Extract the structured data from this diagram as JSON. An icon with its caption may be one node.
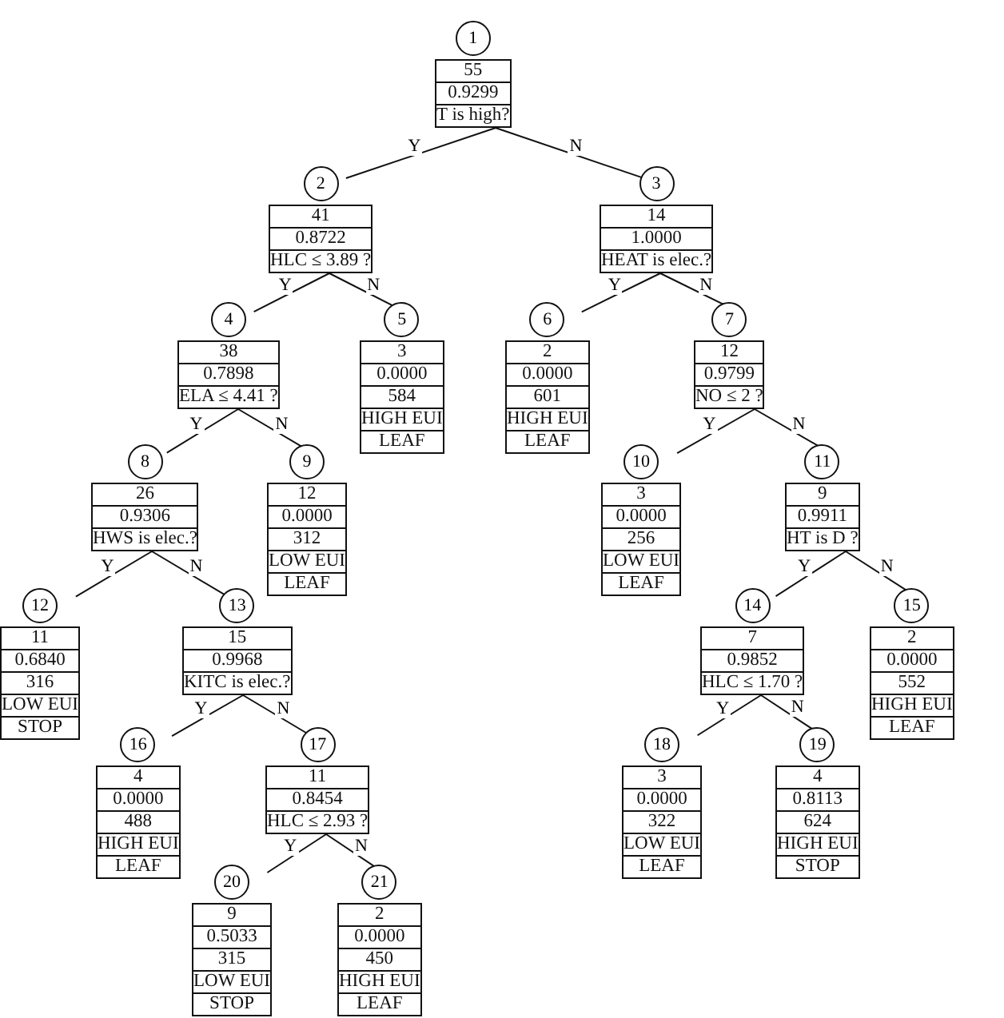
{
  "diagram": {
    "nodes": [
      {
        "text": [
          "1",
          "55",
          "0.9299",
          "T is high?"
        ]
      },
      {
        "text": [
          "2",
          "41",
          "0.8722",
          "HLC ≤ 3.89 ?"
        ]
      },
      {
        "text": [
          "3",
          "14",
          "1.0000",
          "HEAT is elec.?"
        ]
      },
      {
        "text": [
          "4",
          "38",
          "0.7898",
          "ELA ≤ 4.41 ?"
        ]
      },
      {
        "text": [
          "5",
          "3",
          "0.0000",
          "584",
          "HIGH EUI",
          "LEAF"
        ]
      },
      {
        "text": [
          "6",
          "2",
          "0.0000",
          "601",
          "HIGH EUI",
          "LEAF"
        ]
      },
      {
        "text": [
          "7",
          "12",
          "0.9799",
          "NO ≤ 2 ?"
        ]
      },
      {
        "text": [
          "8",
          "26",
          "0.9306",
          "HWS is elec.?"
        ]
      },
      {
        "text": [
          "9",
          "12",
          "0.0000",
          "312",
          "LOW EUI",
          "LEAF"
        ]
      },
      {
        "text": [
          "10",
          "3",
          "0.0000",
          "256",
          "LOW EUI",
          "LEAF"
        ]
      },
      {
        "text": [
          "11",
          "9",
          "0.9911",
          "HT is D ?"
        ]
      },
      {
        "text": [
          "12",
          "11",
          "0.6840",
          "316",
          "LOW EUI",
          "STOP"
        ]
      },
      {
        "text": [
          "13",
          "15",
          "0.9968",
          "KITC is elec.?"
        ]
      },
      {
        "text": [
          "14",
          "7",
          "0.9852",
          "HLC ≤ 1.70 ?"
        ]
      },
      {
        "text": [
          "15",
          "2",
          "0.0000",
          "552",
          "HIGH EUI",
          "LEAF"
        ]
      },
      {
        "text": [
          "16",
          "4",
          "0.0000",
          "488",
          "HIGH EUI",
          "LEAF"
        ]
      },
      {
        "text": [
          "17",
          "11",
          "0.8454",
          "HLC ≤ 2.93 ?"
        ]
      },
      {
        "text": [
          "18",
          "3",
          "0.0000",
          "322",
          "LOW EUI",
          "LEAF"
        ]
      },
      {
        "text": [
          "19",
          "4",
          "0.8113",
          "624",
          "HIGH EUI",
          "STOP"
        ]
      },
      {
        "text": [
          "20",
          "9",
          "0.5033",
          "315",
          "LOW EUI",
          "STOP"
        ]
      },
      {
        "text": [
          "21",
          "2",
          "0.0000",
          "450",
          "HIGH EUI",
          "LEAF"
        ]
      }
    ],
    "edges": [
      {
        "from": 0,
        "to": 1,
        "arrow": "none",
        "label": "Y"
      },
      {
        "from": 0,
        "to": 2,
        "arrow": "none",
        "label": "N"
      },
      {
        "from": 1,
        "to": 3,
        "arrow": "none",
        "label": "Y"
      },
      {
        "from": 1,
        "to": 4,
        "arrow": "none",
        "label": "N"
      },
      {
        "from": 2,
        "to": 5,
        "arrow": "none",
        "label": "Y"
      },
      {
        "from": 2,
        "to": 6,
        "arrow": "none",
        "label": "N"
      },
      {
        "from": 3,
        "to": 7,
        "arrow": "none",
        "label": "Y"
      },
      {
        "from": 3,
        "to": 8,
        "arrow": "none",
        "label": "N"
      },
      {
        "from": 6,
        "to": 9,
        "arrow": "none",
        "label": "Y"
      },
      {
        "from": 6,
        "to": 10,
        "arrow": "none",
        "label": "N"
      },
      {
        "from": 7,
        "to": 11,
        "arrow": "none",
        "label": "Y"
      },
      {
        "from": 7,
        "to": 12,
        "arrow": "none",
        "label": "N"
      },
      {
        "from": 10,
        "to": 13,
        "arrow": "none",
        "label": "Y"
      },
      {
        "from": 10,
        "to": 14,
        "arrow": "none",
        "label": "N"
      },
      {
        "from": 12,
        "to": 15,
        "arrow": "none",
        "label": "Y"
      },
      {
        "from": 12,
        "to": 16,
        "arrow": "none",
        "label": "N"
      },
      {
        "from": 13,
        "to": 17,
        "arrow": "none",
        "label": "Y"
      },
      {
        "from": 13,
        "to": 18,
        "arrow": "none",
        "label": "N"
      },
      {
        "from": 16,
        "to": 19,
        "arrow": "none",
        "label": "Y"
      },
      {
        "from": 16,
        "to": 20,
        "arrow": "none",
        "label": "N"
      }
    ]
  }
}
